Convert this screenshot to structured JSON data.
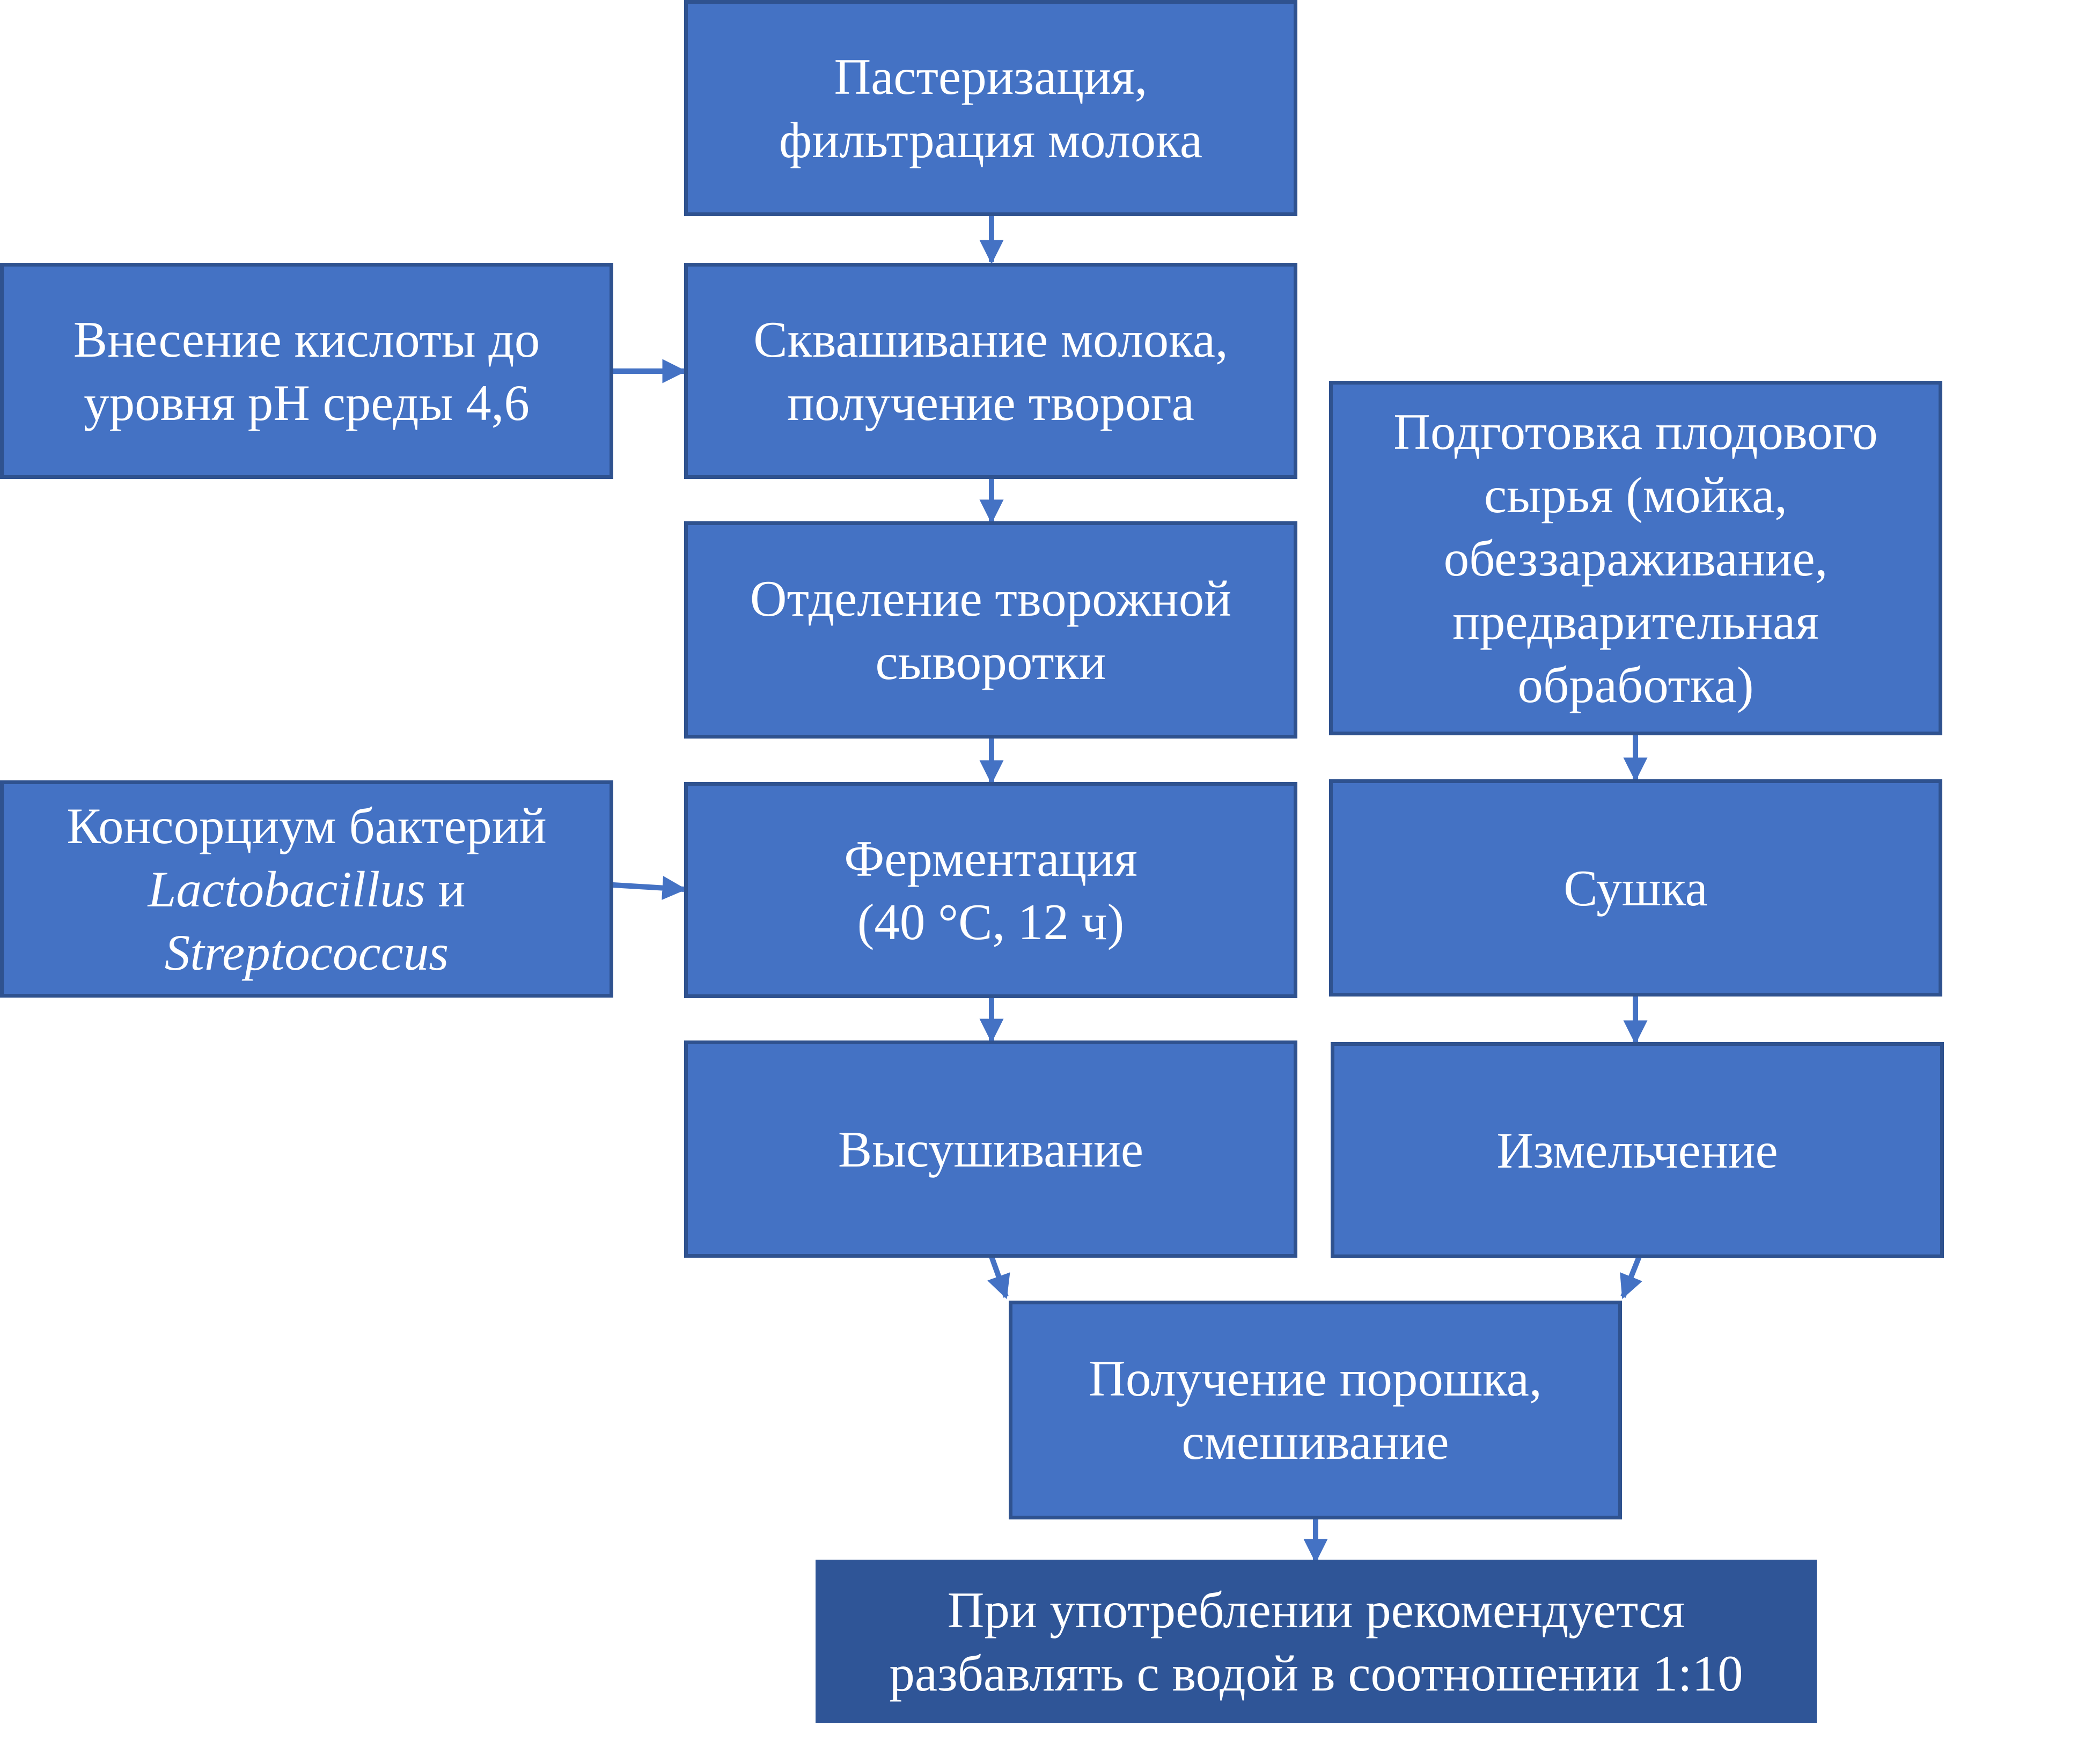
{
  "colors": {
    "box_fill": "#4472c4",
    "box_border": "#2f528f",
    "final_fill": "#2f5597",
    "arrow": "#4472c4",
    "text": "#ffffff"
  },
  "steps": {
    "pasteurization": {
      "line1": "Пастеризация,",
      "line2": "фильтрация молока"
    },
    "acid_addition": {
      "line1": "Внесение кислоты до",
      "line2": "уровня pH среды 4,6"
    },
    "souring": {
      "line1": "Сквашивание молока,",
      "line2": "получение творога"
    },
    "whey_separation": {
      "line1": "Отделение творожной",
      "line2": "сыворотки"
    },
    "bacteria_consortium": {
      "line1": "Консорциум бактерий",
      "genus1": "Lactobacillus",
      "conj": "и",
      "genus2": "Streptococcus"
    },
    "fermentation": {
      "line1": "Ферментация",
      "line2": "(40 °С, 12 ч)"
    },
    "drying_out": {
      "label": "Высушивание"
    },
    "fruit_prep": {
      "line1": "Подготовка плодового",
      "line2": "сырья (мойка,",
      "line3": "обеззараживание,",
      "line4": "предварительная",
      "line5": "обработка)"
    },
    "drying": {
      "label": "Сушка"
    },
    "grinding": {
      "label": "Измельчение"
    },
    "powder_mixing": {
      "line1": "Получение порошка,",
      "line2": "смешивание"
    },
    "recommendation": {
      "line1": "При употреблении рекомендуется",
      "line2": "разбавлять с водой в соотношении 1:10"
    }
  }
}
